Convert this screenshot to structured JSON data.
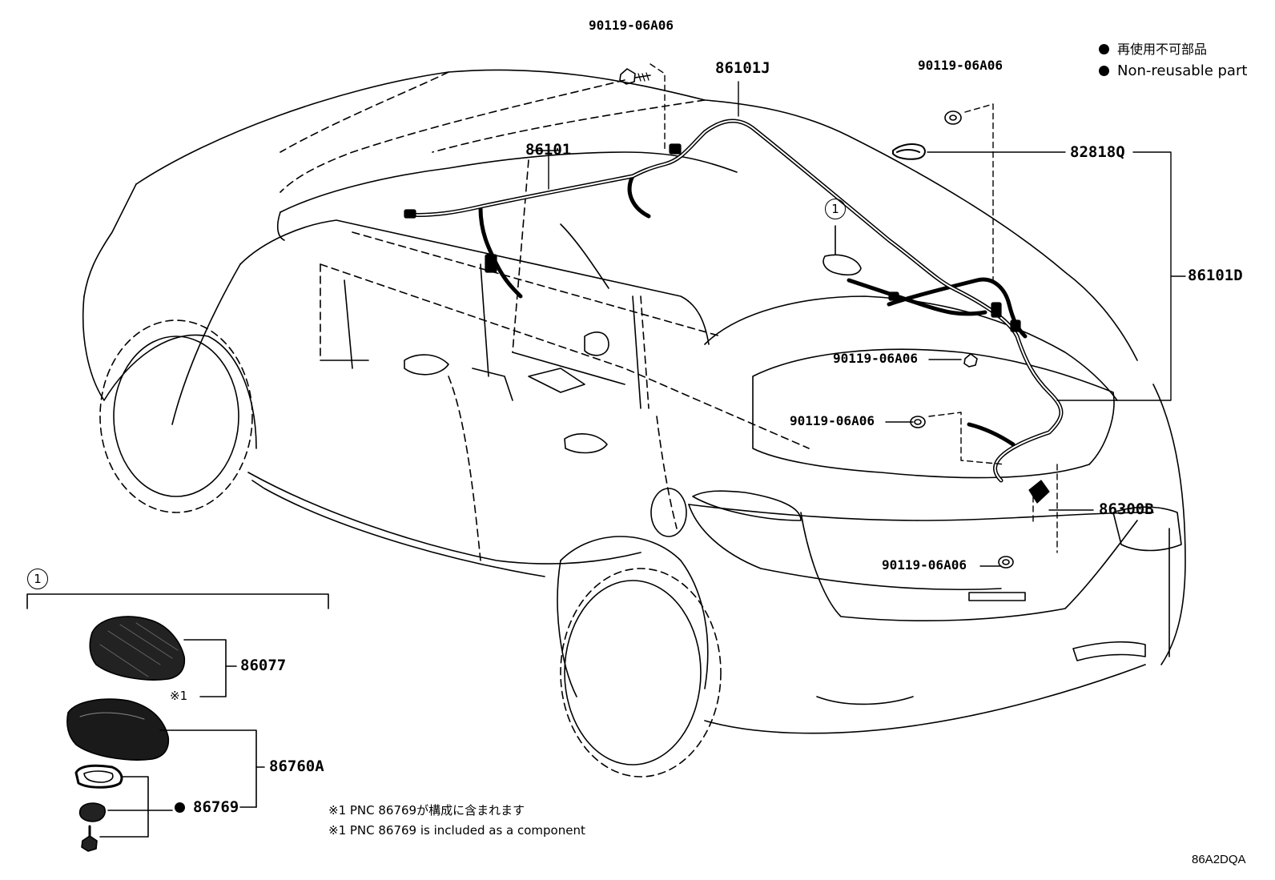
{
  "legend": {
    "line1": "再使用不可部品",
    "line2": "Non-reusable part"
  },
  "parts": {
    "bolt_top": "90119-06A06",
    "harness_j": "86101J",
    "bolt_right_top": "90119-06A06",
    "clamp": "82818Q",
    "harness_main": "86101",
    "harness_d": "86101D",
    "bolt_mid1": "90119-06A06",
    "bolt_mid2": "90119-06A06",
    "sensor": "86300B",
    "bolt_low": "90119-06A06"
  },
  "detail": {
    "callout": "1",
    "callout_car": "1",
    "antenna": "86077",
    "antenna_note": "※1",
    "base": "86760A",
    "gasket": "86769"
  },
  "notes": {
    "jp": "※1 PNC 86769が構成に含まれます",
    "en": "※1 PNC 86769 is included as a component"
  },
  "diagram_code": "86A2DQA"
}
